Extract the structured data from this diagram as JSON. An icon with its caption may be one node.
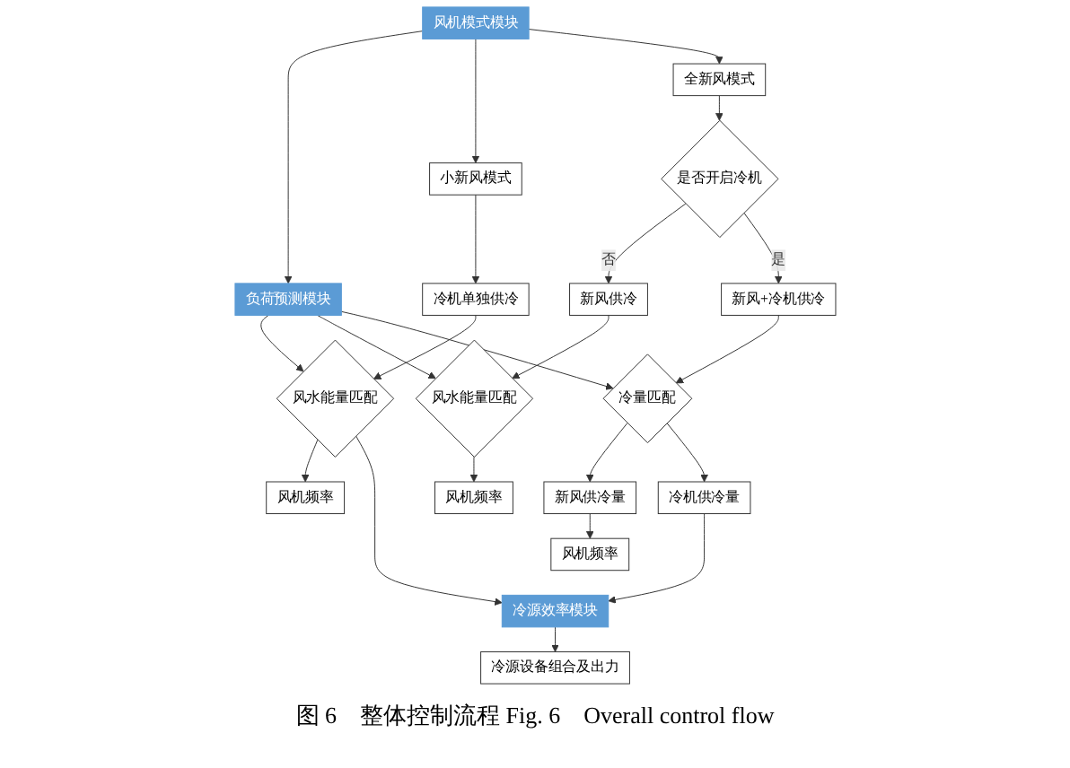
{
  "diagram": {
    "caption": "图 6　整体控制流程 Fig. 6　Overall control flow",
    "nodes": [
      {
        "text": [
          "负荷预测模块"
        ]
      },
      {
        "text": [
          "风机模式模块"
        ]
      },
      {
        "text": [
          "小新风模式"
        ]
      },
      {
        "text": [
          "冷机单独供冷"
        ]
      },
      {
        "text": [
          "风水能量匹配"
        ]
      },
      {
        "text": [
          "风机频率"
        ]
      },
      {
        "text": [
          "全新风模式"
        ]
      },
      {
        "text": [
          "是否开启冷机"
        ]
      },
      {
        "text": [
          "新风供冷"
        ]
      },
      {
        "text": [
          "风水能量匹配"
        ]
      },
      {
        "text": [
          "风机频率"
        ]
      },
      {
        "text": [
          "新风+冷机供冷"
        ]
      },
      {
        "text": [
          "冷量匹配"
        ]
      },
      {
        "text": [
          "新风供冷量"
        ]
      },
      {
        "text": [
          "风机频率"
        ]
      },
      {
        "text": [
          "冷机供冷量"
        ]
      },
      {
        "text": [
          "冷源效率模块"
        ]
      },
      {
        "text": [
          "冷源设备组合及出力"
        ]
      }
    ],
    "edges": [
      {
        "from": 1,
        "to": 0,
        "arrow": "to"
      },
      {
        "from": 1,
        "to": 2,
        "arrow": "to"
      },
      {
        "from": 2,
        "to": 3,
        "arrow": "to"
      },
      {
        "from": 3,
        "to": 4,
        "arrow": "to"
      },
      {
        "from": 4,
        "to": 5,
        "arrow": "to"
      },
      {
        "from": 0,
        "to": 4,
        "arrow": "to"
      },
      {
        "from": 0,
        "to": 9,
        "arrow": "to"
      },
      {
        "from": 0,
        "to": 12,
        "arrow": "to"
      },
      {
        "from": 1,
        "to": 6,
        "arrow": "to"
      },
      {
        "from": 6,
        "to": 7,
        "arrow": "to"
      },
      {
        "from": 7,
        "to": 8,
        "arrow": "to",
        "label": "否"
      },
      {
        "from": 8,
        "to": 9,
        "arrow": "to"
      },
      {
        "from": 9,
        "to": 10,
        "arrow": "to"
      },
      {
        "from": 7,
        "to": 11,
        "arrow": "to",
        "label": "是"
      },
      {
        "from": 11,
        "to": 12,
        "arrow": "to"
      },
      {
        "from": 12,
        "to": 13,
        "arrow": "to"
      },
      {
        "from": 13,
        "to": 14,
        "arrow": "to"
      },
      {
        "from": 12,
        "to": 15,
        "arrow": "to"
      },
      {
        "from": 15,
        "to": 16,
        "arrow": "to"
      },
      {
        "from": 4,
        "to": 16,
        "arrow": "to"
      },
      {
        "from": 16,
        "to": 17,
        "arrow": "to"
      }
    ]
  }
}
